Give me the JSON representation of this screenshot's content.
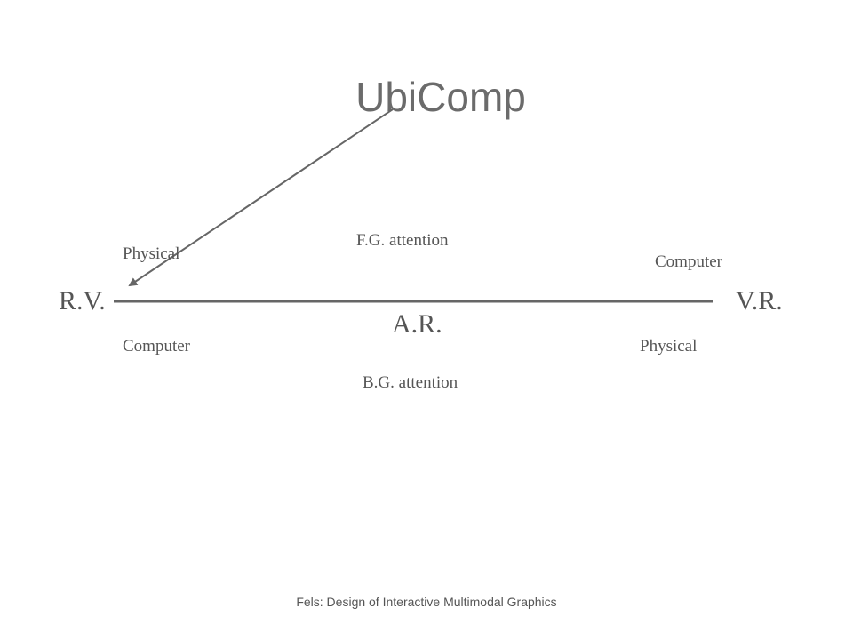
{
  "title": "UbiComp",
  "axis": {
    "left_end": "R.V.",
    "right_end": "V.R.",
    "center": "A.R."
  },
  "labels": {
    "top_center": "F.G. attention",
    "bottom_center": "B.G. attention",
    "top_left": "Physical",
    "bottom_left": "Computer",
    "top_right": "Computer",
    "bottom_right": "Physical"
  },
  "footer": "Fels: Design of Interactive Multimodal Graphics",
  "colors": {
    "line": "#666666",
    "text": "#555555"
  }
}
